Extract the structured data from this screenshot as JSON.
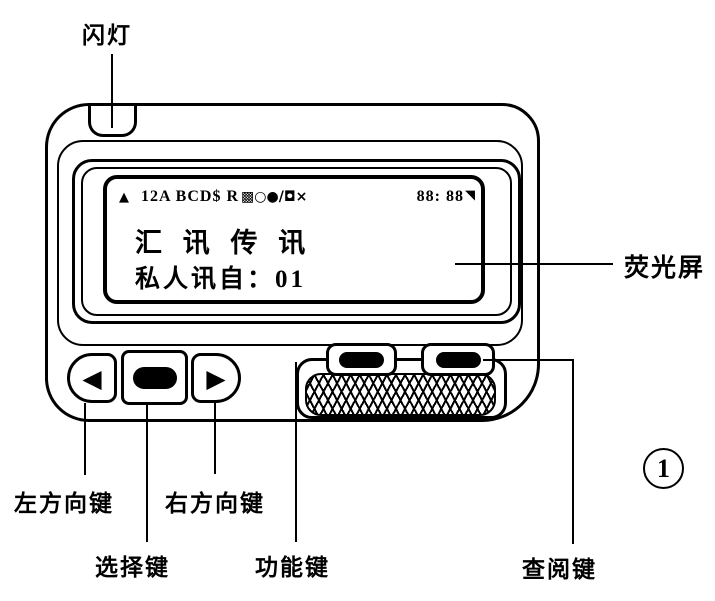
{
  "figure": {
    "number": "1"
  },
  "callouts": {
    "flash": "闪灯",
    "screen": "荧光屏",
    "left_direction_key": "左方向键",
    "right_direction_key": "右方向键",
    "select_key": "选择键",
    "function_key": "功能键",
    "view_key": "查阅键"
  },
  "display": {
    "status": {
      "alert": "▲",
      "text": "12A BCD$ R",
      "icons": [
        {
          "name": "battery-icon",
          "glyph": "▩"
        },
        {
          "name": "alarm-icon",
          "glyph": "○"
        },
        {
          "name": "message-icon",
          "glyph": "●"
        },
        {
          "name": "pencil-icon",
          "glyph": "/"
        },
        {
          "name": "bell-icon",
          "glyph": "◘"
        },
        {
          "name": "speaker-off-icon",
          "glyph": "×"
        }
      ],
      "time": "88: 88",
      "flag": "◥"
    },
    "line1": "汇 讯 传 讯",
    "line2": "私人讯自：01"
  },
  "keys": {
    "left_arrow_glyph": "◀",
    "right_arrow_glyph": "▶"
  },
  "colors": {
    "ink": "#000000",
    "paper": "#ffffff"
  }
}
